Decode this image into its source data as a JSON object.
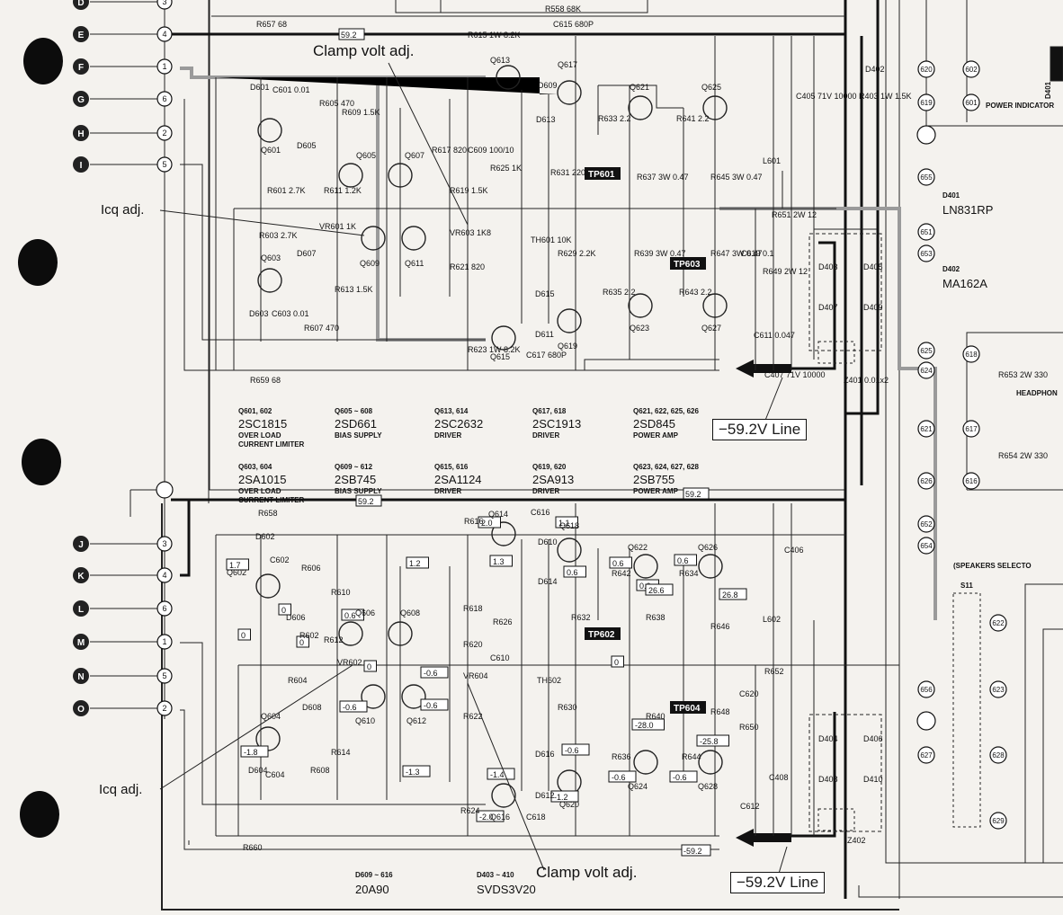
{
  "connectors_left": [
    {
      "letter": "D",
      "pin": "3"
    },
    {
      "letter": "E",
      "pin": "4"
    },
    {
      "letter": "F",
      "pin": "1"
    },
    {
      "letter": "G",
      "pin": "6"
    },
    {
      "letter": "H",
      "pin": "2"
    },
    {
      "letter": "I",
      "pin": "5"
    },
    {
      "letter": "J",
      "pin": "3"
    },
    {
      "letter": "K",
      "pin": "4"
    },
    {
      "letter": "L",
      "pin": "6"
    },
    {
      "letter": "M",
      "pin": "1"
    },
    {
      "letter": "N",
      "pin": "5"
    },
    {
      "letter": "O",
      "pin": "2"
    }
  ],
  "annotations": {
    "clamp_top": "Clamp volt adj.",
    "clamp_bottom": "Clamp volt adj.",
    "icq_top": "Icq adj.",
    "icq_bottom": "Icq adj.",
    "line_top": "−59.2V Line",
    "line_bottom": "−59.2V Line"
  },
  "test_points": [
    "TP601",
    "TP603",
    "TP602",
    "TP604"
  ],
  "voltage_tags": [
    "59.2",
    "59.2",
    "59.2",
    "-59.2"
  ],
  "transistor_table_top": [
    {
      "ref": "Q601, 602",
      "part": "2SC1815",
      "func": "OVER LOAD CURRENT LIMITER"
    },
    {
      "ref": "Q605 ~ 608",
      "part": "2SD661",
      "func": "BIAS SUPPLY"
    },
    {
      "ref": "Q613, 614",
      "part": "2SC2632",
      "func": "DRIVER"
    },
    {
      "ref": "Q617, 618",
      "part": "2SC1913",
      "func": "DRIVER"
    },
    {
      "ref": "Q621, 622, 625, 626",
      "part": "2SD845",
      "func": "POWER AMP"
    }
  ],
  "transistor_table_bottom": [
    {
      "ref": "Q603, 604",
      "part": "2SA1015",
      "func": "OVER LOAD CURRENT LIMITER"
    },
    {
      "ref": "Q609 ~ 612",
      "part": "2SB745",
      "func": "BIAS SUPPLY"
    },
    {
      "ref": "Q615, 616",
      "part": "2SA1124",
      "func": "DRIVER"
    },
    {
      "ref": "Q619, 620",
      "part": "2SA913",
      "func": "DRIVER"
    },
    {
      "ref": "Q623, 624, 627, 628",
      "part": "2SB755",
      "func": "POWER AMP"
    }
  ],
  "diode_table": [
    {
      "ref": "D609 ~ 616",
      "part": "20A90"
    },
    {
      "ref": "D403 ~ 410",
      "part": "SVDS3V20"
    }
  ],
  "right_labels": {
    "d401_ref": "D401",
    "d401_part": "LN831RP",
    "d402_ref": "D402",
    "d402_part": "MA162A",
    "power_indicator": "POWER INDICATOR",
    "headphones": "HEADPHON",
    "speakers_selector": "(SPEAKERS SELECTO",
    "s11": "S11",
    "d401_side": "D401"
  },
  "nodes_right": [
    "620",
    "619",
    "655",
    "651",
    "653",
    "625",
    "624",
    "621",
    "626",
    "652",
    "654",
    "656",
    "627"
  ],
  "nodes_right2": [
    "602",
    "601",
    "618",
    "617",
    "616",
    "622",
    "623",
    "628",
    "629"
  ],
  "top_components": [
    "R657 68",
    "R558 68K",
    "C615 680P",
    "R615 1W 8.2K",
    "C601 0.01",
    "R605 470",
    "R609 1.5K",
    "R601 2.7K",
    "R611 1.2K",
    "VR601 1K",
    "R603 2.7K",
    "R607 470",
    "C603 0.01",
    "R613 1.5K",
    "R617 820",
    "C609 100/10",
    "R619 1.5K",
    "VR603 1K8",
    "R621 820",
    "R625 1K",
    "R631 220",
    "R623 1W 8.2K",
    "C617 680P",
    "TH601 10K",
    "R629 2.2K",
    "R633 2.2",
    "R641 2.2",
    "R637 3W 0.47",
    "R645 3W 0.47",
    "R639 3W 0.47",
    "R647 3W 0.47",
    "R635 2.2",
    "R643 2.2",
    "R659 68",
    "L601",
    "R651 2W 12",
    "C619 0.1",
    "R649 2W 12",
    "C405 71V 10000",
    "R403 1W 1.5K",
    "C407 71V 10000",
    "C611 0.047",
    "Z401 0.01x2",
    "R653 2W 330",
    "R654 2W 330"
  ],
  "bottom_components": [
    "R658",
    "R616",
    "C616",
    "C602",
    "R606",
    "R610",
    "R612",
    "VR602",
    "R602",
    "R604",
    "R614",
    "R608",
    "C604",
    "R618",
    "R620",
    "VR604",
    "R622",
    "R626",
    "C610",
    "R632",
    "TH602",
    "R630",
    "R624",
    "C618",
    "R636",
    "R644",
    "R642",
    "R634",
    "R638",
    "R640",
    "R646",
    "R648",
    "R650",
    "C620",
    "L602",
    "R652",
    "C406",
    "C408",
    "C612",
    "Z402",
    "R660"
  ],
  "bottom_voltages": [
    "1.7",
    "0",
    "1.2",
    "1.3",
    "2.0",
    "1.1",
    "0.6",
    "0.6",
    "0.6",
    "0.6",
    "0",
    "0.6",
    "0",
    "-0.6",
    "-0.6",
    "-0.6",
    "0",
    "-1.8",
    "-1.3",
    "-1.4",
    "-2.0",
    "-1.2",
    "-0.6",
    "-0.6",
    "-0.6",
    "-28.0",
    "-25.8",
    "26.6",
    "26.8",
    "0"
  ],
  "diode_refs": [
    "D601",
    "D605",
    "D607",
    "D603",
    "D609",
    "D613",
    "D615",
    "D611",
    "D602",
    "D606",
    "D608",
    "D604",
    "D610",
    "D614",
    "D616",
    "D612",
    "D402",
    "D403",
    "D405",
    "D407",
    "D409",
    "D404",
    "D406",
    "D408",
    "D410"
  ],
  "transistor_refs_top": [
    "Q601",
    "Q603",
    "Q605",
    "Q607",
    "Q609",
    "Q611",
    "Q613",
    "Q615",
    "Q617",
    "Q619",
    "Q621",
    "Q623",
    "Q625",
    "Q627"
  ],
  "transistor_refs_bottom": [
    "Q602",
    "Q604",
    "Q606",
    "Q608",
    "Q610",
    "Q612",
    "Q614",
    "Q616",
    "Q618",
    "Q620",
    "Q622",
    "Q624",
    "Q626",
    "Q628"
  ]
}
